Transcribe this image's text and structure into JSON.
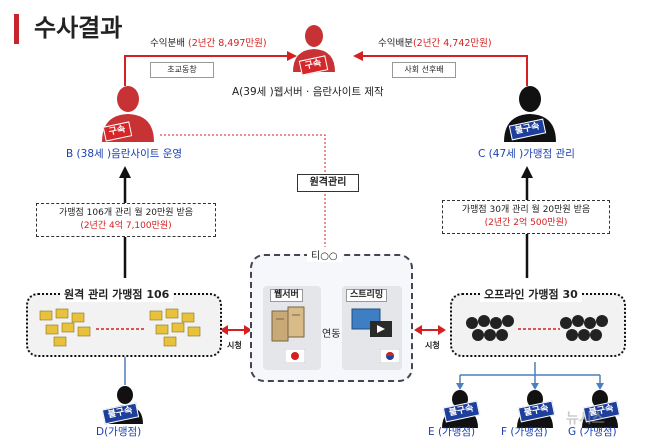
{
  "page": {
    "title": "수사결과"
  },
  "top_flows": {
    "left_label_prefix": "수익분배 ",
    "left_label_red": "(2년간 8,497만원)",
    "right_label_prefix": "수익배분",
    "right_label_red": "(2년간 4,742만원)",
    "left_relation": "초교동창",
    "right_relation": "사회 선후배"
  },
  "persons": {
    "a": {
      "caption": "A(39세 )웹서버 · 음란사이트 제작",
      "stamp": "구속"
    },
    "b": {
      "caption": "B (38세 )음란사이트 운영",
      "stamp": "구속"
    },
    "c": {
      "caption": "C (47세 )가맹점 관리",
      "stamp": "불구속"
    },
    "d": {
      "caption": "D(가맹점)",
      "stamp": "불구속"
    },
    "e": {
      "caption": "E (가맹점)",
      "stamp": "불구속"
    },
    "f": {
      "caption": "F (가맹점)",
      "stamp": "불구속"
    },
    "g": {
      "caption": "G (가맹점)",
      "stamp": "불구속"
    }
  },
  "remote_mgmt": "원격관리",
  "info_left": {
    "line1": "가맹점 106개 관리  월  20만원 받음",
    "line2": "(2년간 4억 7,100만원)"
  },
  "info_right": {
    "line1": "가맹점 30개 관리 월 20만원 받음",
    "line2": "(2년간 2억 500만원)"
  },
  "groups": {
    "left_title": "원격 관리 가맹점 106",
    "right_title": "오프라인 가맹점 30",
    "left_arrow_label": "시청",
    "right_arrow_label": "시청"
  },
  "server": {
    "title": "티○○",
    "web_label": "웹서버",
    "stream_label": "스트리밍",
    "link_label": "연동"
  },
  "watermark": "뉴시스"
}
